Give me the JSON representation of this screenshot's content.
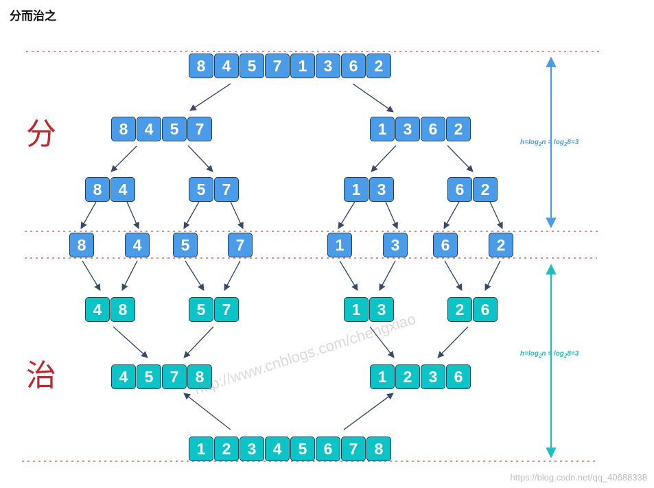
{
  "title": "分而治之",
  "labels": {
    "divide": "分",
    "conquer": "治"
  },
  "height_formula": {
    "prefix": "h=log",
    "sub": "2",
    "mid": "n = log",
    "sub2": "2",
    "suffix": "8=3"
  },
  "colors": {
    "divide": "#4a9be8",
    "conquer": "#0cc4c6",
    "arrow": "#3a4a66",
    "guide": "#d6483d",
    "height_divide": "#4a9be8",
    "height_conquer": "#19c0c4"
  },
  "rows": [
    {
      "tone": "blue",
      "groups": [
        [
          "8",
          "4",
          "5",
          "7",
          "1",
          "3",
          "6",
          "2"
        ]
      ]
    },
    {
      "tone": "blue",
      "groups": [
        [
          "8",
          "4",
          "5",
          "7"
        ],
        [
          "1",
          "3",
          "6",
          "2"
        ]
      ]
    },
    {
      "tone": "blue",
      "groups": [
        [
          "8",
          "4"
        ],
        [
          "5",
          "7"
        ],
        [
          "1",
          "3"
        ],
        [
          "6",
          "2"
        ]
      ]
    },
    {
      "tone": "blue",
      "groups": [
        [
          "8"
        ],
        [
          "4"
        ],
        [
          "5"
        ],
        [
          "7"
        ],
        [
          "1"
        ],
        [
          "3"
        ],
        [
          "6"
        ],
        [
          "2"
        ]
      ]
    },
    {
      "tone": "teal",
      "groups": [
        [
          "4",
          "8"
        ],
        [
          "5",
          "7"
        ],
        [
          "1",
          "3"
        ],
        [
          "2",
          "6"
        ]
      ]
    },
    {
      "tone": "teal",
      "groups": [
        [
          "4",
          "5",
          "7",
          "8"
        ],
        [
          "1",
          "2",
          "3",
          "6"
        ]
      ]
    },
    {
      "tone": "teal",
      "groups": [
        [
          "1",
          "2",
          "3",
          "4",
          "5",
          "6",
          "7",
          "8"
        ]
      ]
    }
  ],
  "watermark": "http://www.cnblogs.com/chengxiao",
  "footer": "https://blog.csdn.net/qq_40688338"
}
